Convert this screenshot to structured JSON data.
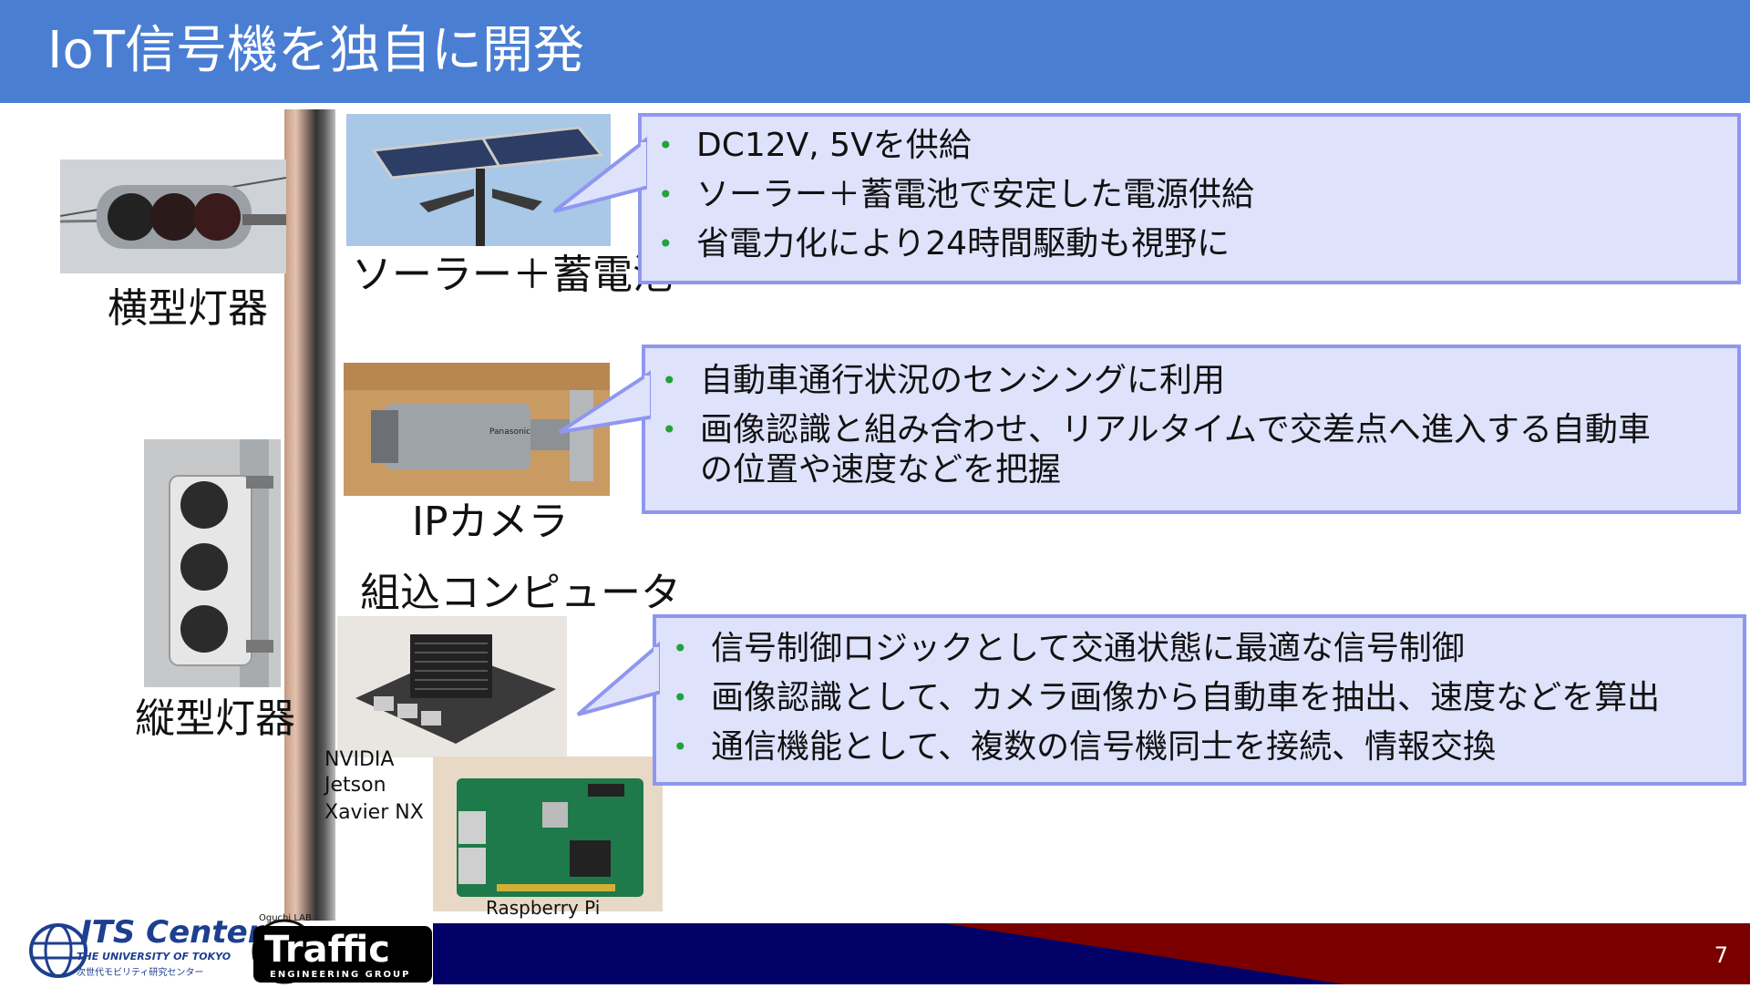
{
  "title": "IoT信号機を独自に開発",
  "labels": {
    "horizontal_lamp": "横型灯器",
    "vertical_lamp": "縦型灯器",
    "solar": "ソーラー＋蓄電池",
    "camera": "IPカメラ",
    "computer": "組込コンピュータ",
    "nvidia": [
      "NVIDIA",
      "Jetson",
      "Xavier NX"
    ],
    "raspberry": "Raspberry Pi"
  },
  "callouts": {
    "solar": [
      "DC12V, 5Vを供給",
      "ソーラー＋蓄電池で安定した電源供給",
      "省電力化により24時間駆動も視野に"
    ],
    "camera": [
      "自動車通行状況のセンシングに利用",
      "画像認識と組み合わせ、リアルタイムで交差点へ進入する自動車",
      "の位置や速度などを把握"
    ],
    "computer": [
      "信号制御ロジックとして交通状態に最適な信号制御",
      "画像認識として、カメラ画像から自動車を抽出、速度などを算出",
      "通信機能として、複数の信号機同士を接続、情報交換"
    ]
  },
  "logos": {
    "its_main": "ITS Center",
    "its_sub": "THE UNIVERSITY OF TOKYO",
    "its_jp": "次世代モビリティ研究センター",
    "traffic_main": "Traffic",
    "traffic_sub": "ENGINEERING GROUP",
    "traffic_arc": "Oguchi LAB"
  },
  "page_number": "7",
  "colors": {
    "header": "#4a7ed3",
    "callout_fill": "#dfe2fb",
    "callout_border": "#8e97ef",
    "bullet": "#22a23a",
    "footer_navy": "#000066",
    "footer_red": "#7a0000"
  }
}
